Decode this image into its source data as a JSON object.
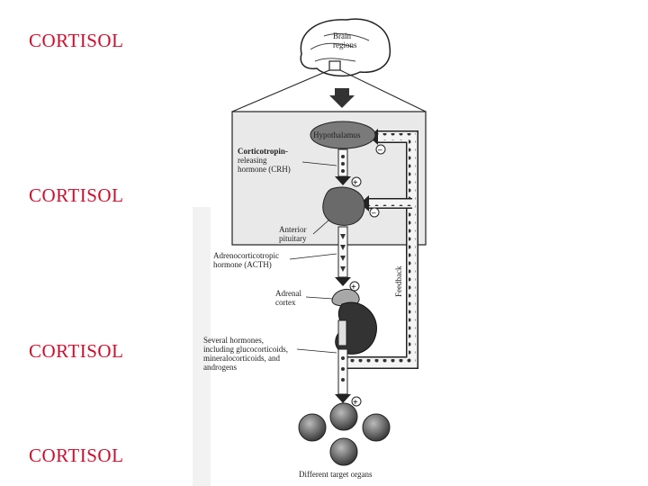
{
  "slide": {
    "left_labels": [
      "CORTISOL",
      "CORTISOL",
      "CORTISOL",
      "CORTISOL"
    ],
    "label_color": "#c8102e"
  },
  "diagram": {
    "brain_label": [
      "Brain",
      "regions"
    ],
    "hypothalamus_label": "Hypothalamus",
    "crh_label": [
      "Corticotropin-",
      "releasing",
      "hormone (CRH)"
    ],
    "pituitary_label": [
      "Anterior",
      "pituitary"
    ],
    "acth_label": [
      "Adrenocorticotropic",
      "hormone (ACTH)"
    ],
    "adrenal_label": [
      "Adrenal",
      "cortex"
    ],
    "hormones_label": [
      "Several hormones,",
      "including glucocorticoids,",
      "mineralocorticoids, and",
      "androgens"
    ],
    "feedback_label": "Feedback",
    "targets_label": "Different target organs",
    "plus_sign": "+",
    "minus_sign": "–"
  }
}
